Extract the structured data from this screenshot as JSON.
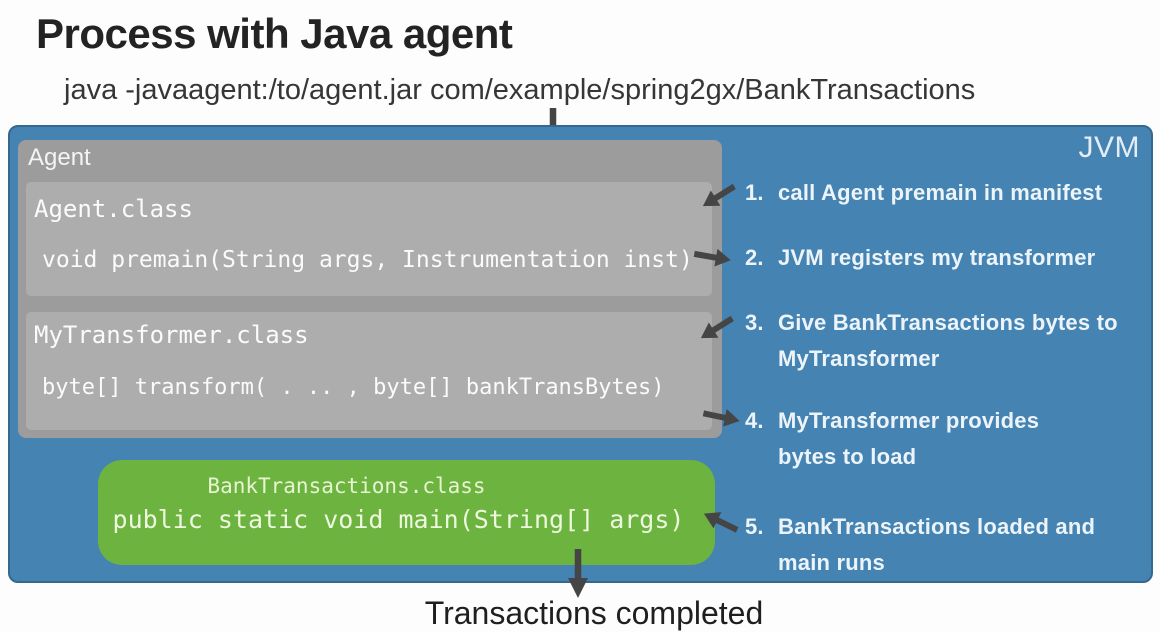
{
  "title": "Process with Java agent",
  "command": "java -javaagent:/to/agent.jar com/example/spring2gx/BankTransactions",
  "jvm": {
    "label": "JVM",
    "agent": {
      "label": "Agent",
      "classes": [
        {
          "name": "Agent.class",
          "signature": "void premain(String args, Instrumentation inst)"
        },
        {
          "name": "MyTransformer.class",
          "signature": "byte[] transform( . .. , byte[] bankTransBytes)"
        }
      ]
    },
    "bank_class": {
      "name": "BankTransactions.class",
      "signature": "public static void main(String[] args)"
    },
    "steps": [
      {
        "num": "1.",
        "lines": [
          "call Agent premain in manifest"
        ]
      },
      {
        "num": "2.",
        "lines": [
          "JVM registers my transformer"
        ]
      },
      {
        "num": "3.",
        "lines": [
          "Give BankTransactions bytes to",
          "MyTransformer"
        ]
      },
      {
        "num": "4.",
        "lines": [
          "MyTransformer provides",
          "bytes to load"
        ]
      },
      {
        "num": "5.",
        "lines": [
          "BankTransactions loaded and",
          "main runs"
        ]
      }
    ]
  },
  "footer": "Transactions completed",
  "icons": {
    "command_arrow": "arrow-down",
    "step_arrows": [
      "arrow-down-left",
      "arrow-right",
      "arrow-down-left",
      "arrow-right",
      "arrow-up-left"
    ],
    "footer_arrow": "arrow-down"
  },
  "colors": {
    "jvm_blue": "#4583b2",
    "jvm_border": "#35688f",
    "agent_gray": "#9c9c9c",
    "class_card_gray": "#adadad",
    "spring_green": "#6db33f",
    "arrow_gray": "#454545",
    "title_text": "#232323",
    "light_text": "#ecf4fa"
  }
}
